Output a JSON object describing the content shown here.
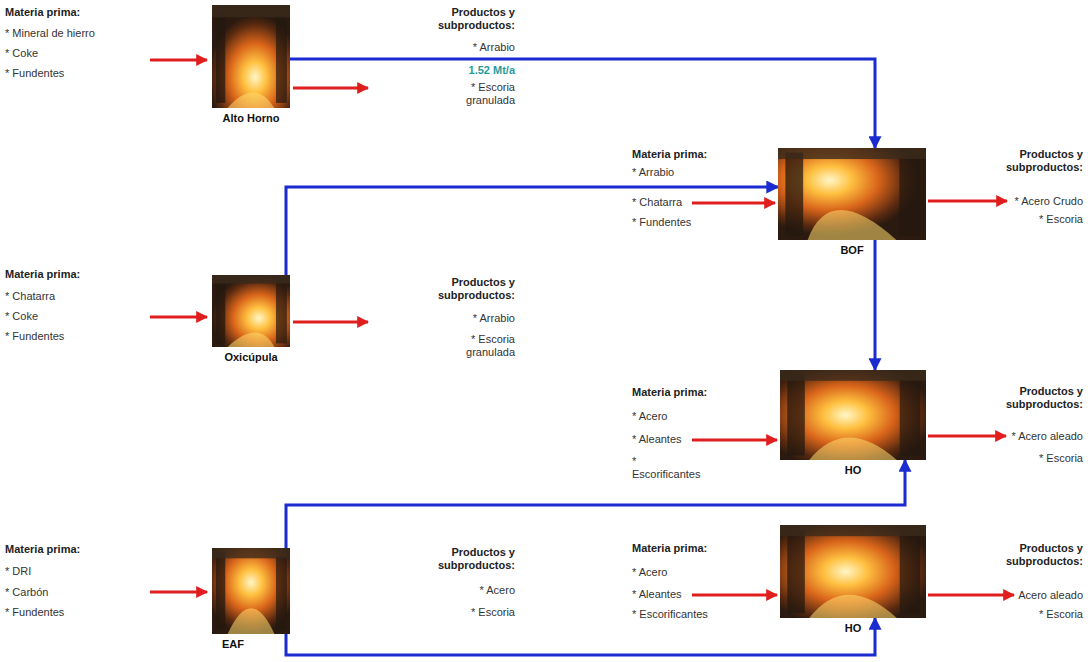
{
  "diagram": {
    "nodes": [
      {
        "text": [
          "Alto Horno"
        ]
      },
      {
        "text": [
          "BOF"
        ]
      },
      {
        "text": [
          "Oxicúpula"
        ]
      },
      {
        "text": [
          "HO"
        ]
      },
      {
        "text": [
          "HO"
        ]
      },
      {
        "text": [
          "EAF"
        ]
      }
    ],
    "edges": [
      {
        "from": 0,
        "to": 1,
        "arrow": "to"
      },
      {
        "from": 2,
        "to": 1,
        "arrow": "to"
      },
      {
        "from": 1,
        "to": 3,
        "arrow": "to"
      },
      {
        "from": 5,
        "to": 3,
        "arrow": "to"
      },
      {
        "from": 5,
        "to": 4,
        "arrow": "to"
      }
    ],
    "labels": [
      "Materia prima:",
      "* Mineral de hierro",
      "* Coke",
      "* Fundentes",
      "Productos y subproductos:",
      "* Arrabio",
      "1.52 Mt/a",
      "* Escoria granulada",
      "Materia prima:",
      "* Arrabio",
      "* Chatarra",
      "* Fundentes",
      "Productos y subproductos:",
      "* Acero Crudo",
      "* Escoria",
      "Materia prima:",
      "* Chatarra",
      "* Coke",
      "* Fundentes",
      "Productos y subproductos:",
      "* Arrabio",
      "* Escoria granulada",
      "Materia prima:",
      "* Acero",
      "* Aleantes",
      "* Escorificantes",
      "Productos y subproductos:",
      "* Acero aleado",
      "* Escoria",
      "Materia prima:",
      "* DRI",
      "* Carbón",
      "* Fundentes",
      "Productos y subproductos:",
      "* Acero",
      "* Escoria",
      "Materia prima:",
      "* Acero",
      "* Aleantes",
      "* Escorificantes",
      "Productos y subproductos:",
      "Acero aleado",
      "* Escoria"
    ]
  }
}
